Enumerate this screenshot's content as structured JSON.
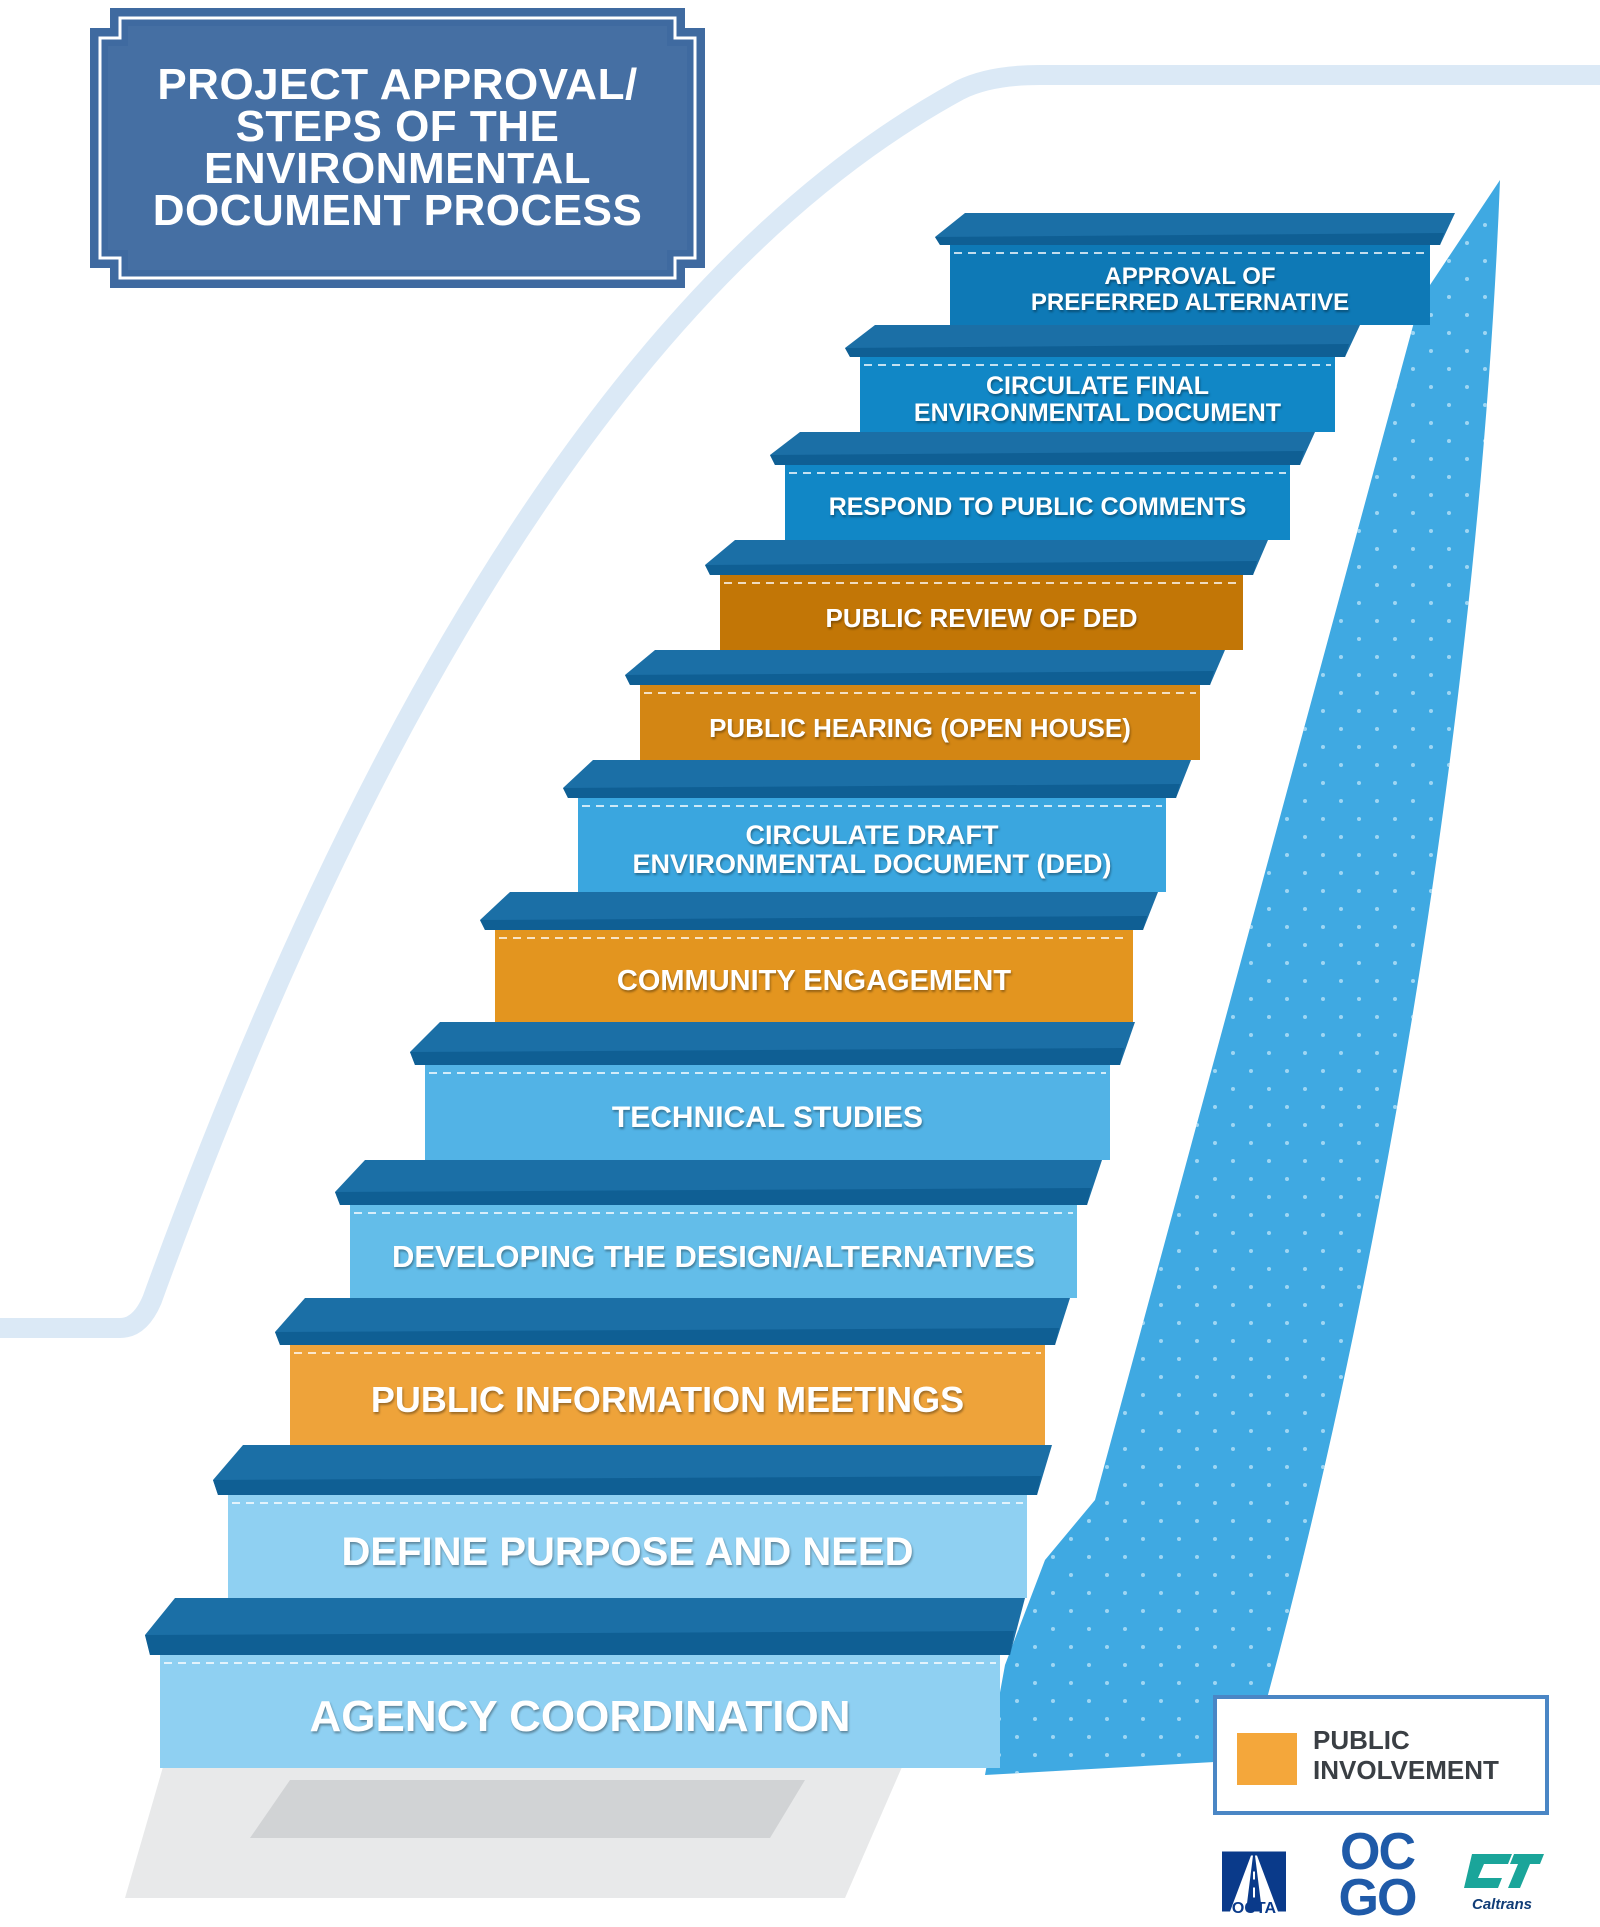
{
  "title": {
    "lines": [
      "PROJECT APPROVAL/",
      "STEPS OF THE",
      "ENVIRONMENTAL",
      "DOCUMENT PROCESS"
    ]
  },
  "steps": [
    {
      "lines": [
        "AGENCY COORDINATION"
      ],
      "public_involvement": false
    },
    {
      "lines": [
        "DEFINE PURPOSE AND NEED"
      ],
      "public_involvement": false
    },
    {
      "lines": [
        "PUBLIC INFORMATION MEETINGS"
      ],
      "public_involvement": true
    },
    {
      "lines": [
        "DEVELOPING THE DESIGN/ALTERNATIVES"
      ],
      "public_involvement": false
    },
    {
      "lines": [
        "TECHNICAL STUDIES"
      ],
      "public_involvement": false
    },
    {
      "lines": [
        "COMMUNITY ENGAGEMENT"
      ],
      "public_involvement": true
    },
    {
      "lines": [
        "CIRCULATE DRAFT",
        "ENVIRONMENTAL DOCUMENT (DED)"
      ],
      "public_involvement": false
    },
    {
      "lines": [
        "PUBLIC HEARING (OPEN HOUSE)"
      ],
      "public_involvement": true
    },
    {
      "lines": [
        "PUBLIC REVIEW OF DED"
      ],
      "public_involvement": true
    },
    {
      "lines": [
        "RESPOND TO PUBLIC COMMENTS"
      ],
      "public_involvement": false
    },
    {
      "lines": [
        "CIRCULATE FINAL",
        "ENVIRONMENTAL DOCUMENT"
      ],
      "public_involvement": false
    },
    {
      "lines": [
        "APPROVAL OF",
        "PREFERRED ALTERNATIVE"
      ],
      "public_involvement": false
    }
  ],
  "legend": {
    "lines": [
      "PUBLIC",
      "INVOLVEMENT"
    ]
  },
  "logos": {
    "octa": "OCTA",
    "ocgo": [
      "OC",
      "GO"
    ],
    "caltrans": "Caltrans"
  },
  "colors": {
    "title_bg": "#456fa3",
    "title_border": "#3a6399",
    "public_involvement": "#f4a73b",
    "riser_blue": [
      "#8fd0f2",
      "#63bde9",
      "#52b3e6",
      "#3aa6df",
      "#1f97d3",
      "#1187c6",
      "#0e79b6"
    ],
    "tread": "#1b6fa6",
    "stair_side": "#3fa9e2",
    "background_curve": "#dbe9f6"
  },
  "icons": {
    "legend_swatch": "orange-square-icon",
    "octa_logo": "octa-road-logo-icon",
    "ocgo_logo": "ocgo-logo-icon",
    "caltrans_logo": "caltrans-logo-icon"
  }
}
